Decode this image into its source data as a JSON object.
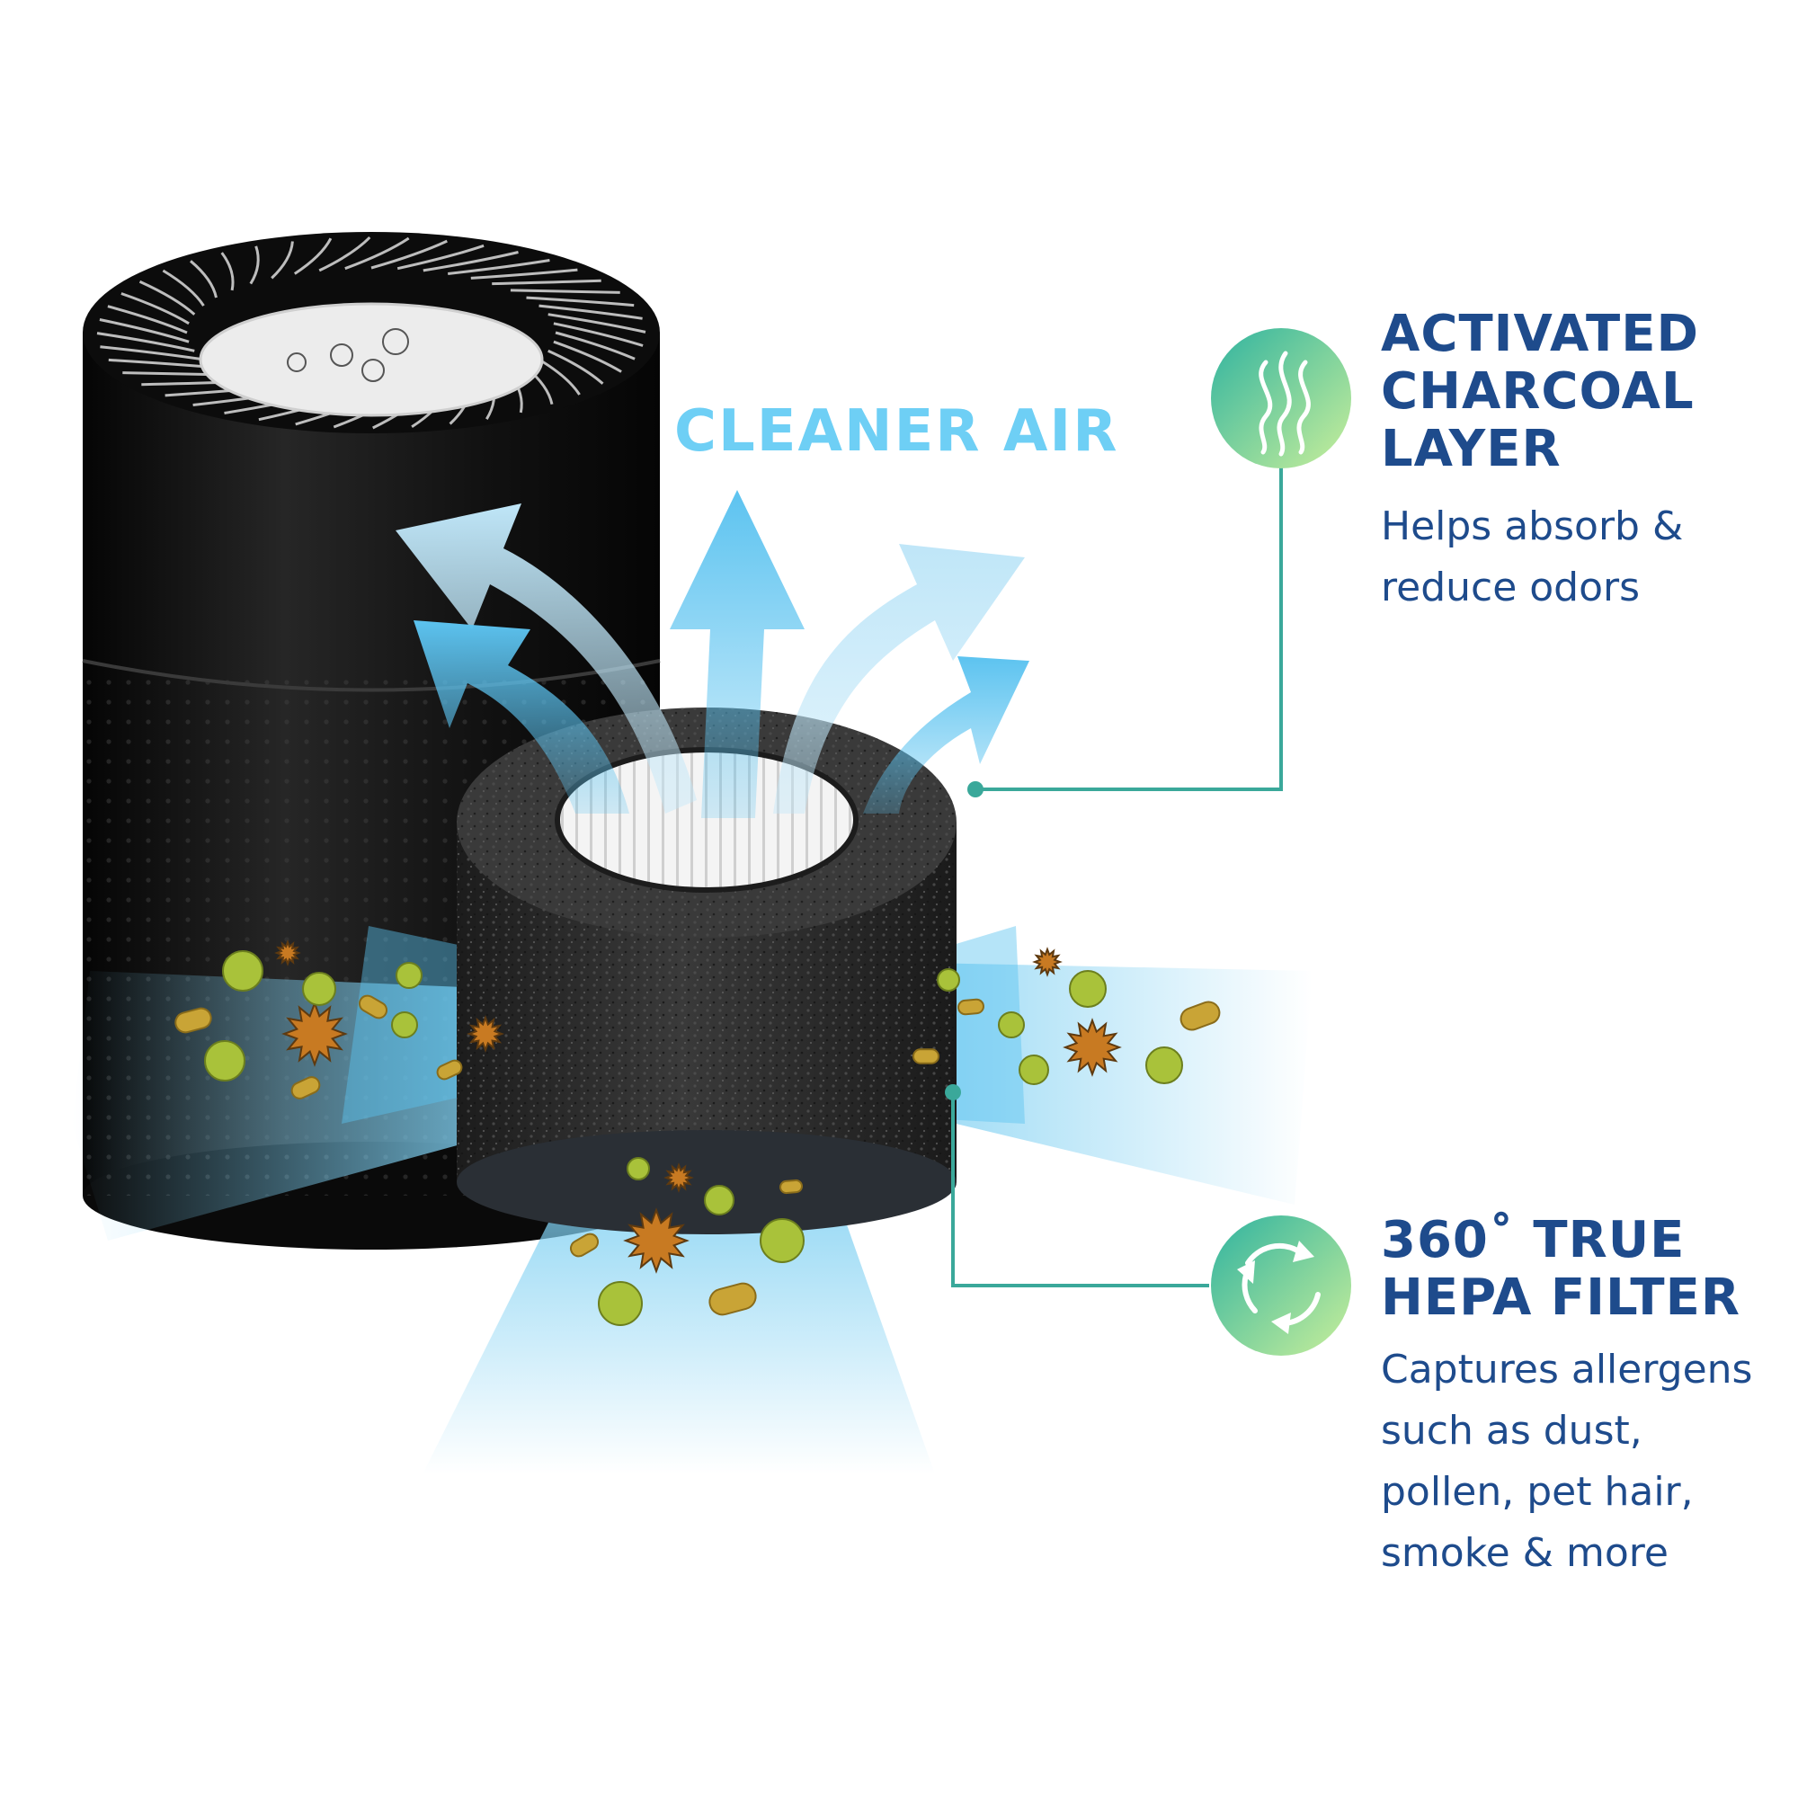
{
  "headline": "CLEANER AIR",
  "features": [
    {
      "icon": "odor-waves-icon",
      "title_lines": [
        "ACTIVATED",
        "CHARCOAL",
        "LAYER"
      ],
      "desc_lines": [
        "Helps absorb &",
        "reduce odors"
      ]
    },
    {
      "icon": "recycle-arrows-icon",
      "title_lines": [
        "360˚ TRUE",
        "HEPA FILTER"
      ],
      "desc_lines": [
        "Captures allergens",
        "such as dust,",
        "pollen, pet hair,",
        "smoke & more"
      ]
    }
  ],
  "colors": {
    "title": "#1e4b8c",
    "headline": "#6ecff5",
    "connector": "#3aa89a",
    "icon_gradient_start": "#2fb3a0",
    "icon_gradient_end": "#c9ef9a",
    "purifier_body": "#111111",
    "filter_foam": "#2b2b2b",
    "airflow": "#5cc3f0"
  }
}
